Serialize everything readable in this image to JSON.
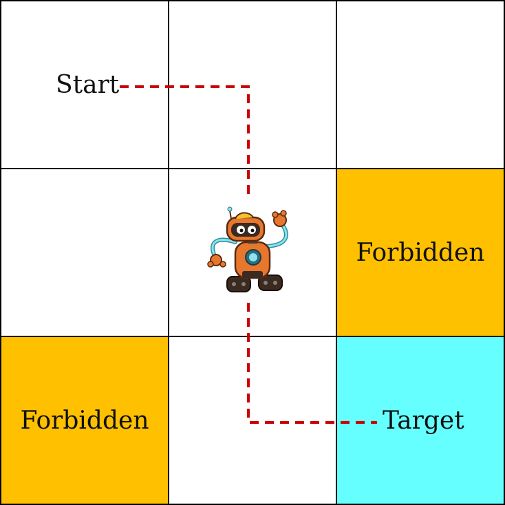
{
  "grid": {
    "rows": 3,
    "cols": 3,
    "cells": [
      {
        "row": 0,
        "col": 0,
        "type": "plain",
        "text": ""
      },
      {
        "row": 0,
        "col": 1,
        "type": "plain",
        "text": ""
      },
      {
        "row": 0,
        "col": 2,
        "type": "plain",
        "text": ""
      },
      {
        "row": 1,
        "col": 0,
        "type": "plain",
        "text": ""
      },
      {
        "row": 1,
        "col": 1,
        "type": "plain",
        "text": ""
      },
      {
        "row": 1,
        "col": 2,
        "type": "forbidden",
        "text": "Forbidden"
      },
      {
        "row": 2,
        "col": 0,
        "type": "forbidden",
        "text": "Forbidden"
      },
      {
        "row": 2,
        "col": 1,
        "type": "plain",
        "text": ""
      },
      {
        "row": 2,
        "col": 2,
        "type": "target",
        "text": ""
      }
    ]
  },
  "labels": {
    "start": "Start",
    "target": "Target"
  },
  "colors": {
    "forbidden": "#FFC000",
    "target": "#66FFFF",
    "path": "#CC0000",
    "grid_line": "#000000"
  },
  "icons": {
    "agent": "robot-icon"
  }
}
